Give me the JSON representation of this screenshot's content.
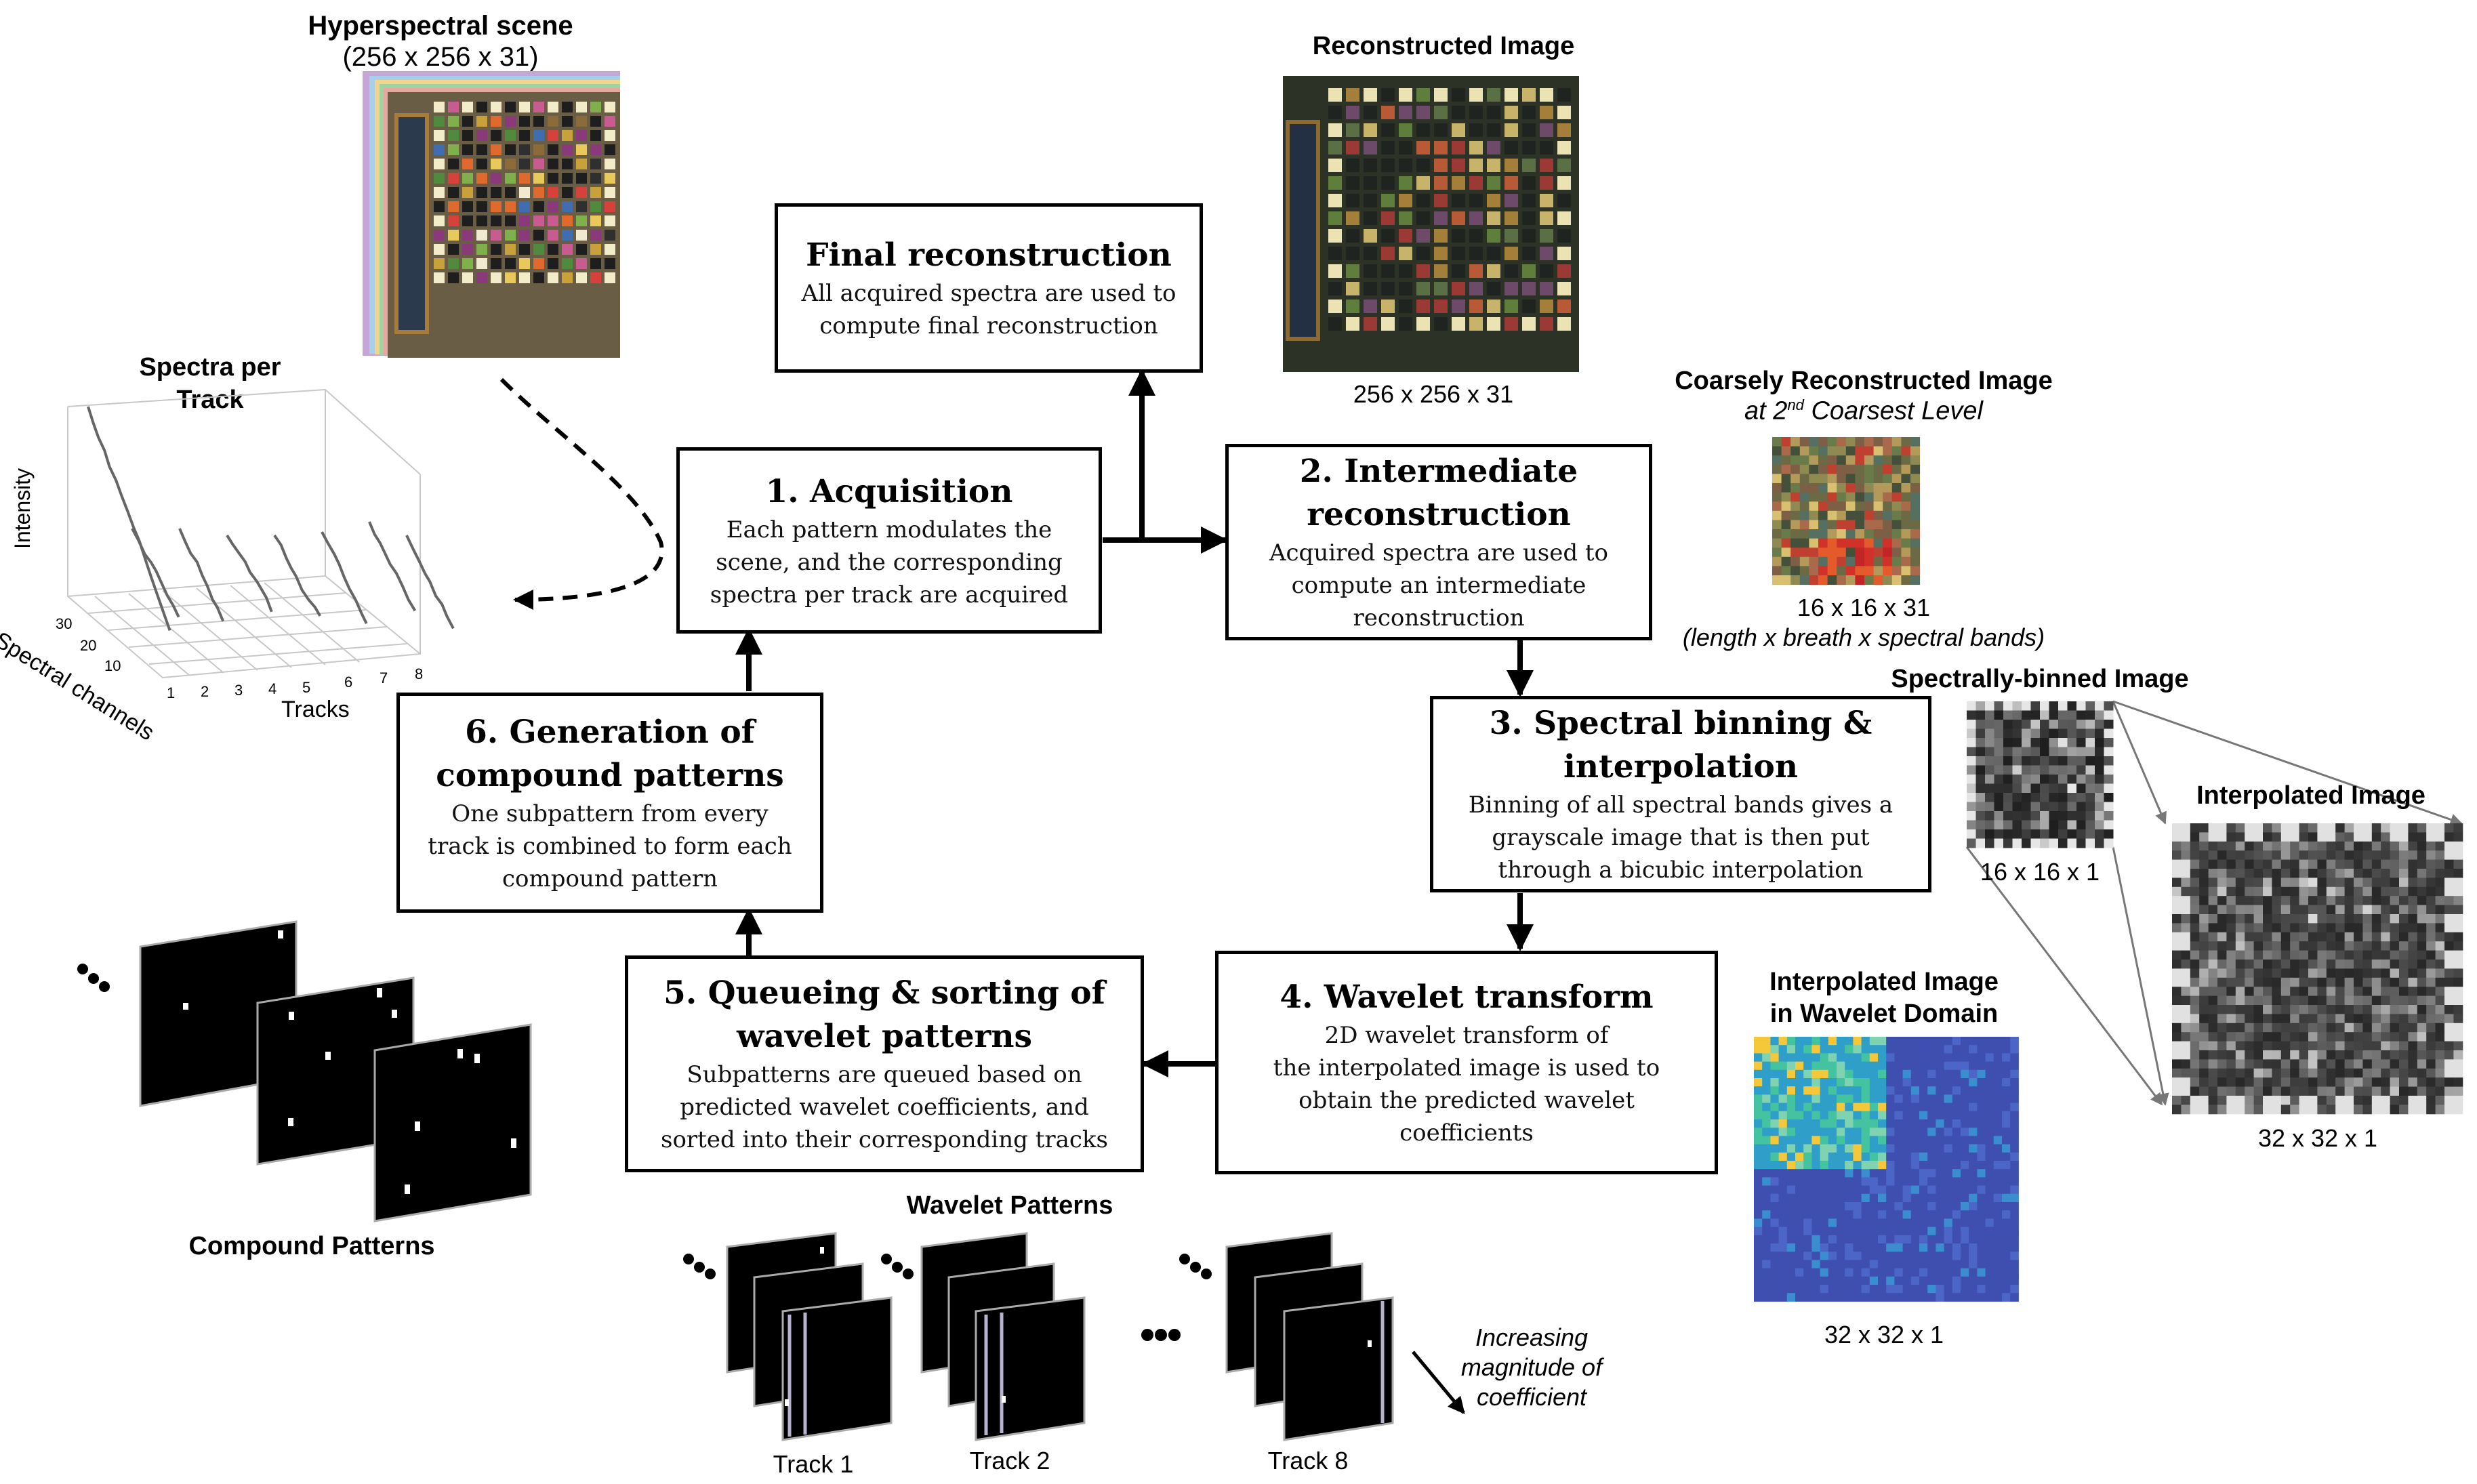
{
  "scene": {
    "title": "Hyperspectral scene",
    "dims": "(256 x 256 x 31)"
  },
  "spectra_plot": {
    "title_line1": "Spectra per",
    "title_line2": "Track",
    "y_label": "Intensity",
    "z_label": "Spectral channels",
    "x_label": "Tracks",
    "x_ticks": [
      "1",
      "2",
      "3",
      "4",
      "5",
      "6",
      "7",
      "8"
    ],
    "z_ticks": [
      "30",
      "20",
      "10"
    ]
  },
  "boxes": {
    "final": {
      "title": "Final reconstruction",
      "desc_line1": "All acquired spectra are used to",
      "desc_line2": "compute final reconstruction"
    },
    "acq": {
      "title": "1. Acquisition",
      "desc_line1": "Each pattern modulates the",
      "desc_line2": "scene, and the corresponding",
      "desc_line3": "spectra per track are acquired"
    },
    "inter": {
      "title_line1": "2. Intermediate",
      "title_line2": "reconstruction",
      "desc_line1": "Acquired spectra are used to",
      "desc_line2": "compute an intermediate",
      "desc_line3": "reconstruction"
    },
    "binning": {
      "title_line1": "3. Spectral binning &",
      "title_line2": "interpolation",
      "desc_line1": "Binning of all spectral bands gives a",
      "desc_line2": "grayscale image that is then put",
      "desc_line3": "through a bicubic interpolation"
    },
    "wavelet": {
      "title": "4. Wavelet transform",
      "desc_line1": "2D wavelet transform of",
      "desc_line2": "the interpolated image is used to",
      "desc_line3": "obtain the predicted wavelet",
      "desc_line4": "coefficients"
    },
    "queue": {
      "title_line1": "5. Queueing & sorting of",
      "title_line2": "wavelet patterns",
      "desc_line1": "Subpatterns are queued based on",
      "desc_line2": "predicted wavelet coefficients, and",
      "desc_line3": "sorted into their corresponding tracks"
    },
    "gen": {
      "title_line1": "6. Generation of",
      "title_line2": "compound patterns",
      "desc_line1": "One subpattern from every",
      "desc_line2": "track is combined to form each",
      "desc_line3": "compound pattern"
    }
  },
  "reconstructed": {
    "title": "Reconstructed Image",
    "dims": "256 x 256 x 31"
  },
  "coarse": {
    "title": "Coarsely Reconstructed Image",
    "subtitle_pre": "at 2",
    "subtitle_sup": "nd",
    "subtitle_post": " Coarsest Level",
    "dims": "16 x 16 x 31",
    "dims_note": "(length x breath x spectral bands)"
  },
  "binned": {
    "title": "Spectrally-binned Image",
    "dims": "16 x 16 x 1"
  },
  "interpolated": {
    "title": "Interpolated Image",
    "dims": "32 x 32 x 1"
  },
  "wavelet_domain": {
    "title_line1": "Interpolated Image",
    "title_line2": "in Wavelet Domain",
    "dims": "32 x 32 x 1"
  },
  "compound_patterns": {
    "label": "Compound Patterns"
  },
  "wavelet_patterns": {
    "title": "Wavelet Patterns",
    "track1": "Track 1",
    "track2": "Track 2",
    "track8": "Track 8",
    "note_line1": "Increasing",
    "note_line2": "magnitude of",
    "note_line3": "coefficient"
  },
  "colors": {
    "wavelet_bg": "#3e4fb0",
    "wavelet_lowfreq": "#2f9fc9",
    "wavelet_peak": "#f5c83a"
  }
}
